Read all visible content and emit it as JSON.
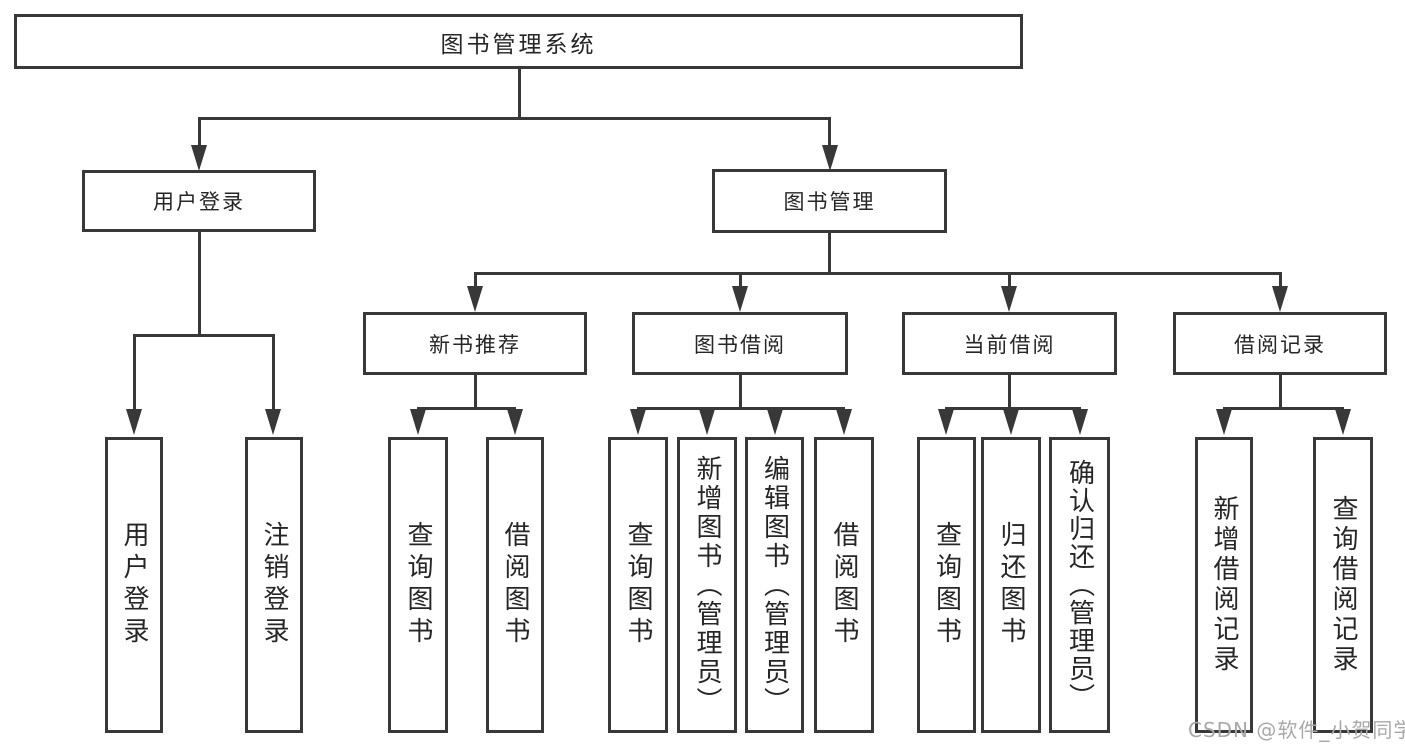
{
  "colors": {
    "line": "#383838",
    "text": "#262626",
    "box_bg": "#ffffff",
    "watermark": "#a9a9a9"
  },
  "tree": {
    "label": "图书管理系统",
    "children": [
      {
        "label": "用户登录",
        "children": [
          {
            "label": "用户登录"
          },
          {
            "label": "注销登录"
          }
        ]
      },
      {
        "label": "图书管理",
        "children": [
          {
            "label": "新书推荐",
            "children": [
              {
                "label": "查询图书"
              },
              {
                "label": "借阅图书"
              }
            ]
          },
          {
            "label": "图书借阅",
            "children": [
              {
                "label": "查询图书"
              },
              {
                "label": "新增图书（管理员）"
              },
              {
                "label": "编辑图书（管理员）"
              },
              {
                "label": "借阅图书"
              }
            ]
          },
          {
            "label": "当前借阅",
            "children": [
              {
                "label": "查询图书"
              },
              {
                "label": "归还图书"
              },
              {
                "label": "确认归还（管理员）"
              }
            ]
          },
          {
            "label": "借阅记录",
            "children": [
              {
                "label": "新增借阅记录"
              },
              {
                "label": "查询借阅记录"
              }
            ]
          }
        ]
      }
    ]
  },
  "watermark": {
    "text": "CSDN @软件_小贺同学"
  }
}
